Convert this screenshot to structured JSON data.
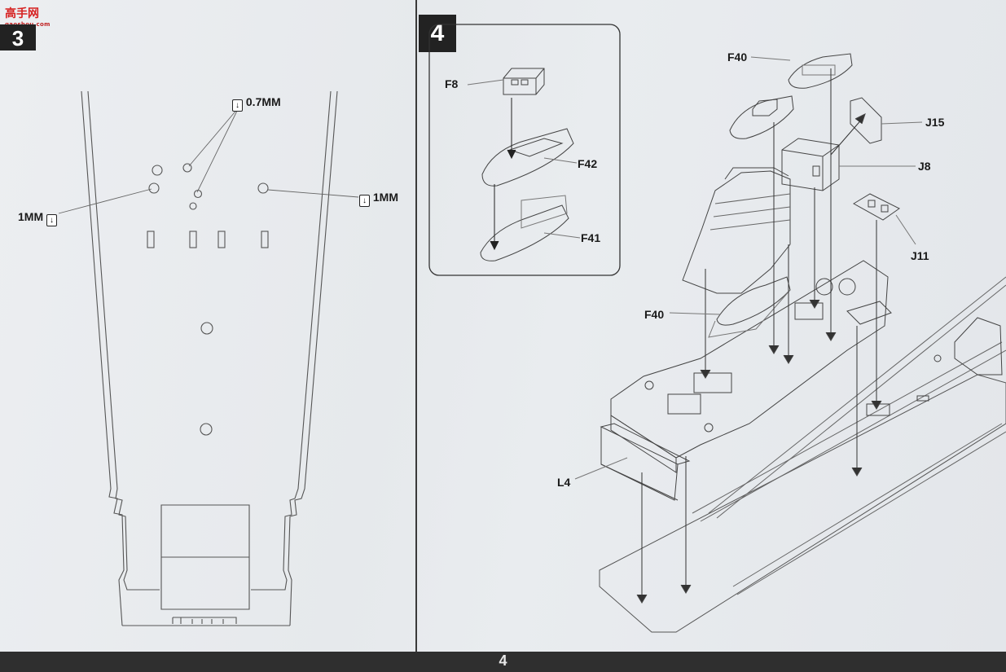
{
  "watermark": {
    "text": "高手网",
    "subtext": "gaoshou.com"
  },
  "page_number": "4",
  "step3": {
    "number": "3",
    "labels": {
      "hole_07": "0.7MM",
      "hole_1_left": "1MM",
      "hole_1_right": "1MM"
    },
    "drill_glyph": "↓"
  },
  "step4": {
    "number": "4",
    "inset_parts": {
      "f8": "F8",
      "f42": "F42",
      "f41": "F41"
    },
    "parts": {
      "f40_top": "F40",
      "j15": "J15",
      "j8": "J8",
      "j11": "J11",
      "f40_mid": "F40",
      "l4": "L4"
    }
  },
  "colors": {
    "ink": "#3c3c3c",
    "paper": "#e9ecef",
    "badge": "#222222"
  }
}
